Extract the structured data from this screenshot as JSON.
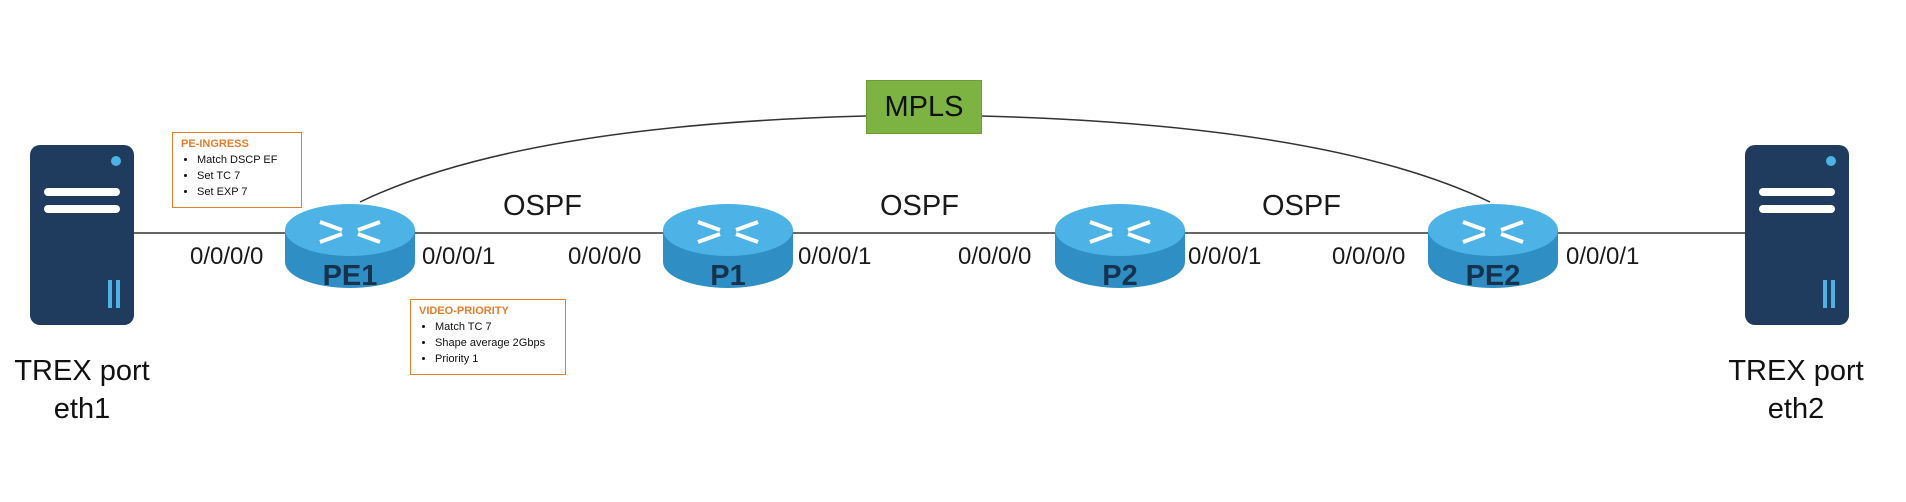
{
  "hosts": {
    "left_label": [
      "TREX port",
      "eth1"
    ],
    "right_label": [
      "TREX port",
      "eth2"
    ]
  },
  "routers": {
    "pe1": "PE1",
    "p1": "P1",
    "p2": "P2",
    "pe2": "PE2"
  },
  "interfaces": {
    "pe1_in": "0/0/0/0",
    "pe1_out": "0/0/0/1",
    "p1_in": "0/0/0/0",
    "p1_out": "0/0/0/1",
    "p2_in": "0/0/0/0",
    "p2_out": "0/0/0/1",
    "pe2_in": "0/0/0/0",
    "pe2_out": "0/0/0/1"
  },
  "links": {
    "pe1_p1": "OSPF",
    "p1_p2": "OSPF",
    "p2_pe2": "OSPF"
  },
  "mpls_label": "MPLS",
  "policies": {
    "ingress": {
      "title": "PE-INGRESS",
      "items": [
        "Match DSCP EF",
        "Set TC 7",
        "Set EXP 7"
      ]
    },
    "egress": {
      "title": "VIDEO-PRIORITY",
      "items": [
        "Match TC 7",
        "Shape average 2Gbps",
        "Priority 1"
      ]
    }
  },
  "colors": {
    "server": "#1f3b5e",
    "router": "#4db3e6",
    "router_side": "#2f8fc4",
    "mpls": "#7cb342",
    "policy_accent": "#e87d2a"
  }
}
